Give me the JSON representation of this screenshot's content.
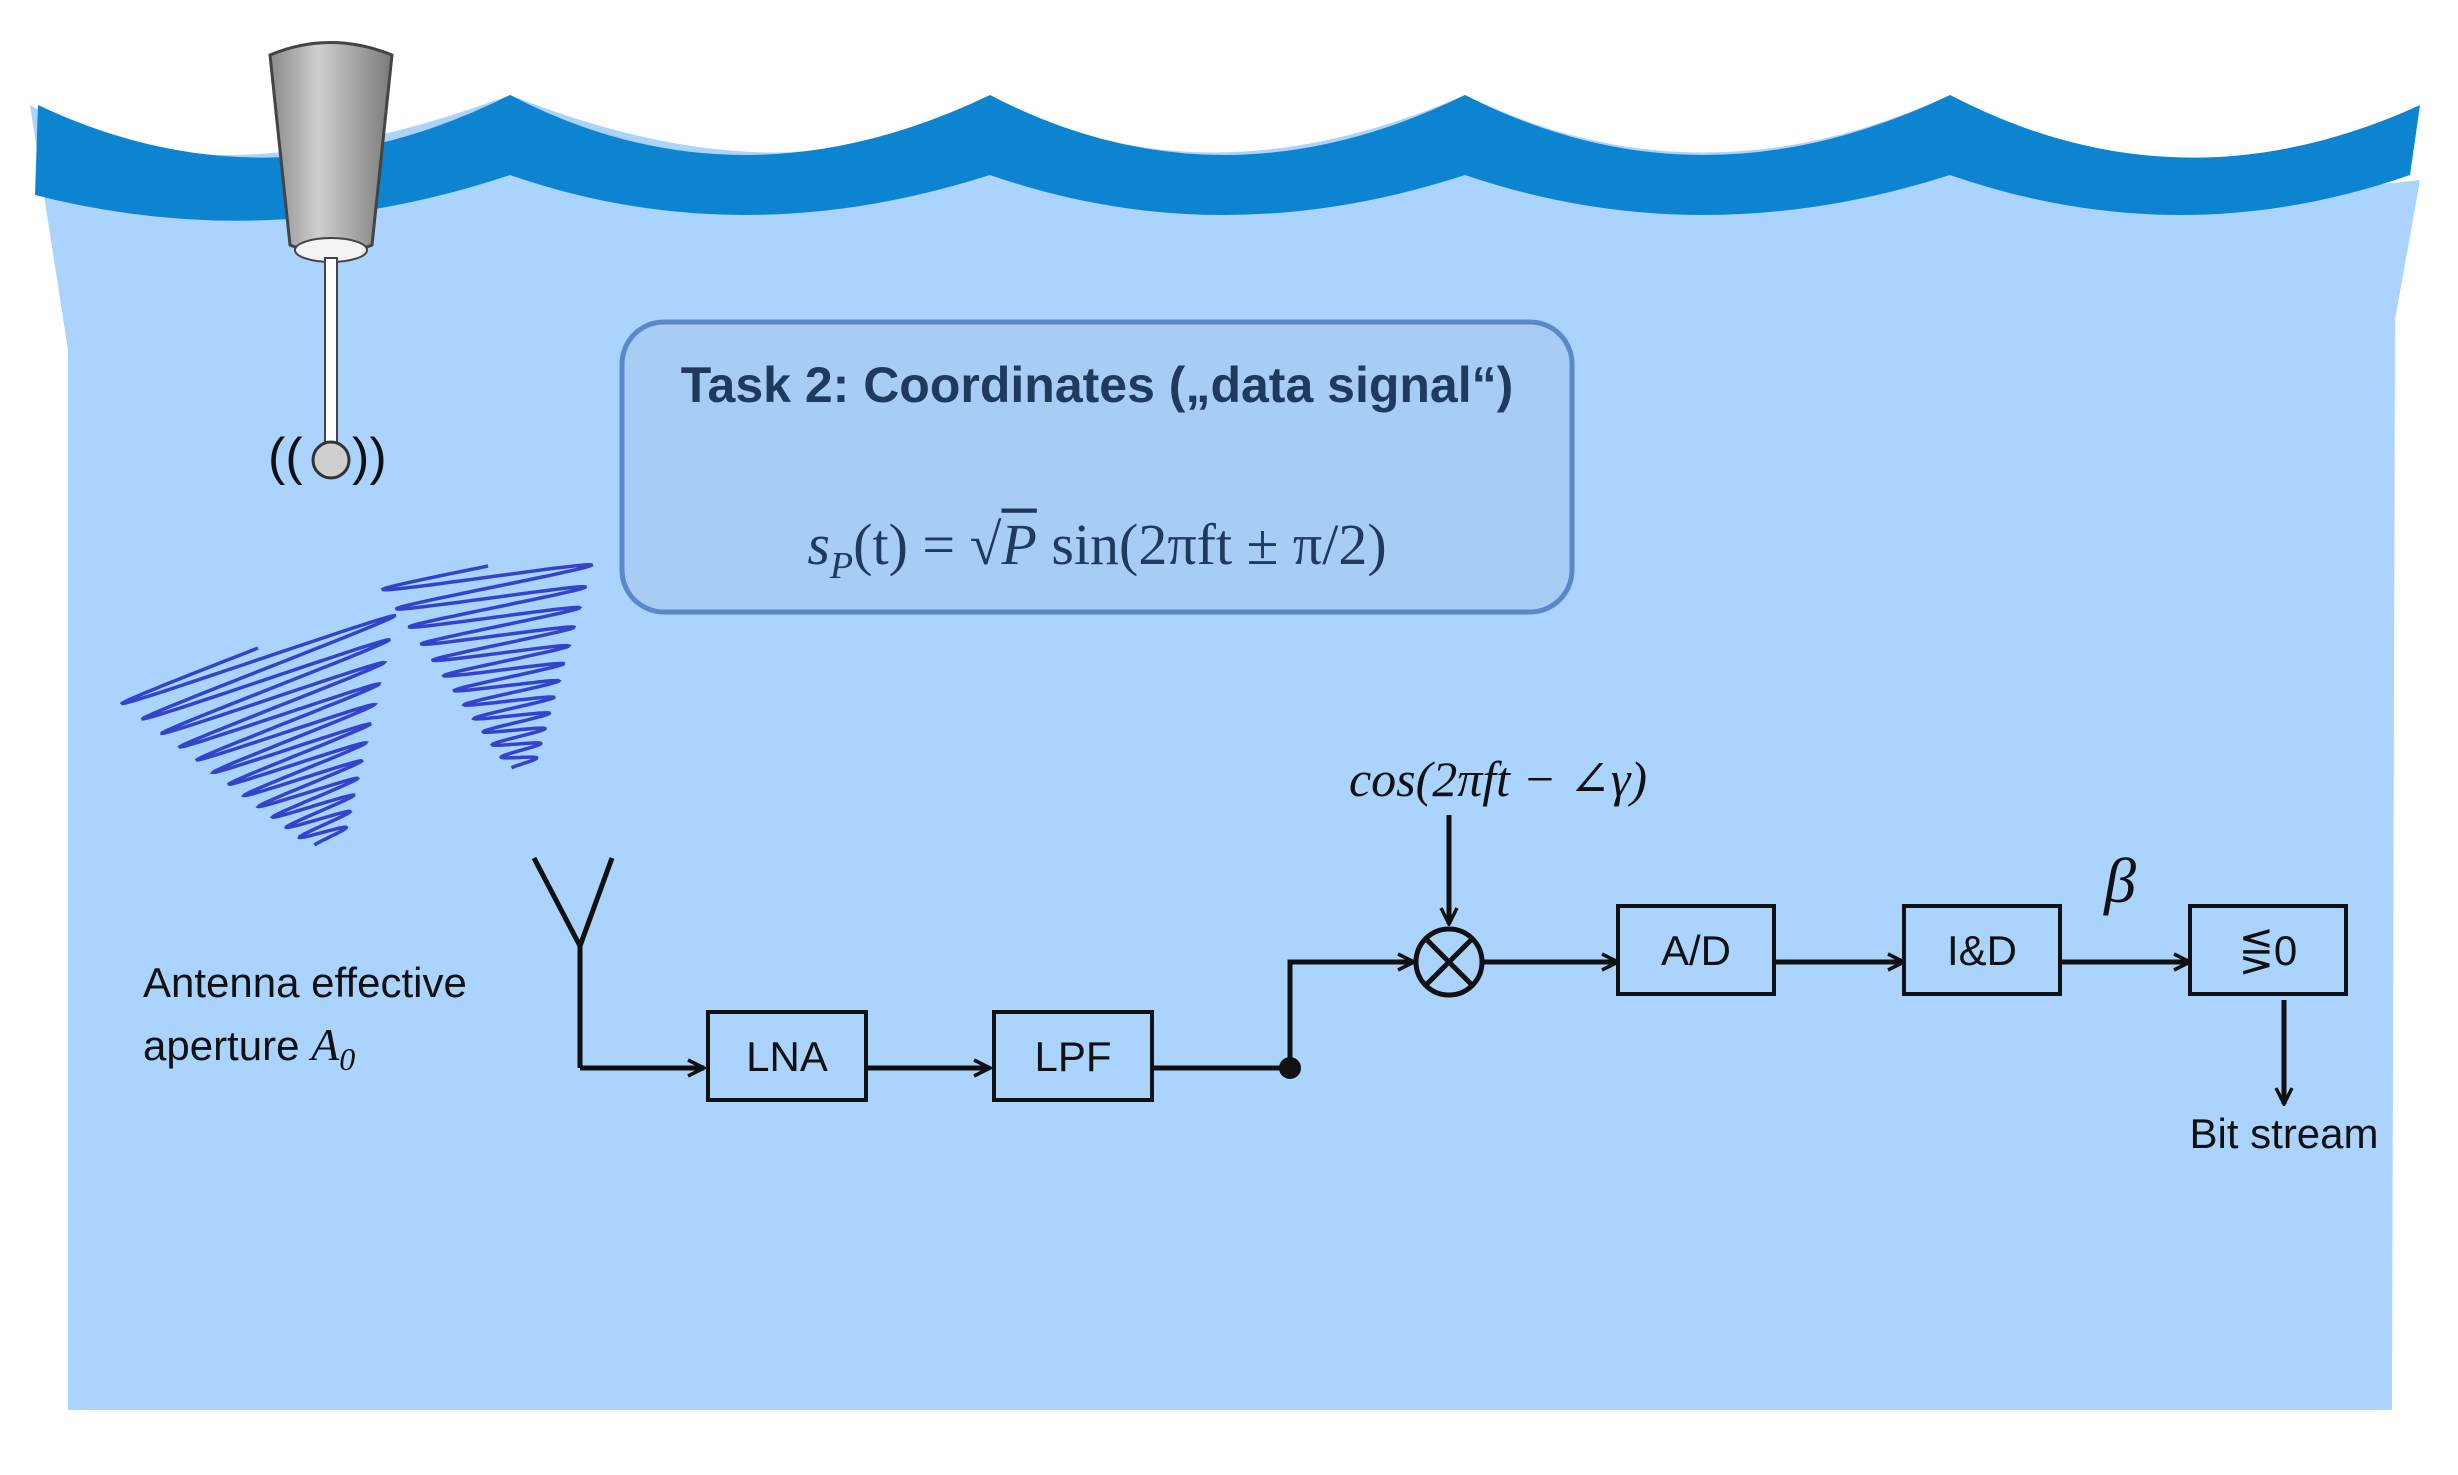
{
  "colors": {
    "water": "#aad3fe",
    "wave": "#0d84d0",
    "task_box_fill": "#a8cdf5",
    "task_box_stroke": "#5b88c8",
    "chirp": "#3344cc",
    "text": "#111111",
    "task_text": "#1f3a5f"
  },
  "task_box": {
    "title": "Task 2: Coordinates („data signal“)",
    "formula": "s_P(t) = √P sin(2πft ± π/2)",
    "formula_parts": {
      "s": "s",
      "sub": "P",
      "lhs_rest": "(t) = ",
      "sqrt": "√",
      "P": "P",
      "rhs": " sin(2πft  ± π/2)"
    }
  },
  "buoy": {
    "signal_left": "((",
    "signal_right": "))",
    "icon": "buoy-icon"
  },
  "antenna": {
    "label_line1": "Antenna effective",
    "label_line2": "aperture ",
    "label_var": "A",
    "label_sub": "0"
  },
  "blocks": {
    "lna": "LNA",
    "lpf": "LPF",
    "ad": "A/D",
    "id": "I&D",
    "decision": "⋚0"
  },
  "oscillator_label": "cos(2πft − ∠γ)",
  "beta_label": "β",
  "output_label": "Bit stream"
}
